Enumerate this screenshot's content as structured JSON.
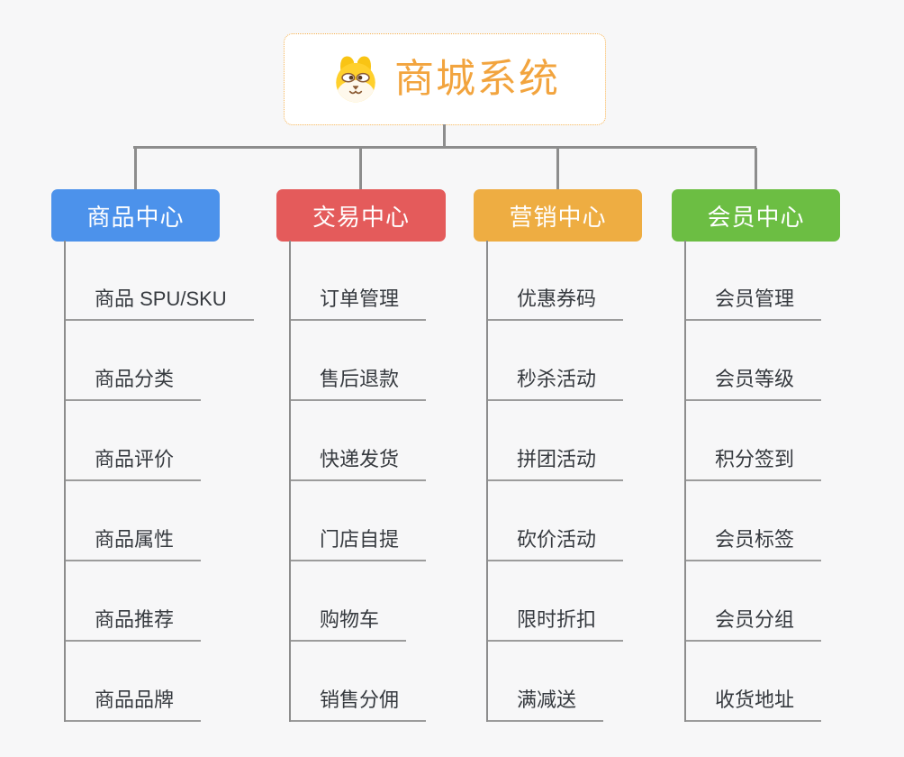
{
  "root": {
    "label": "商城系统",
    "icon": "dog-face-icon",
    "text_color": "#f2a43e",
    "border_color": "#f6b353"
  },
  "branches": [
    {
      "label": "商品中心",
      "color": "#4c92eb",
      "children": [
        "商品 SPU/SKU",
        "商品分类",
        "商品评价",
        "商品属性",
        "商品推荐",
        "商品品牌"
      ]
    },
    {
      "label": "交易中心",
      "color": "#e45b5b",
      "children": [
        "订单管理",
        "售后退款",
        "快递发货",
        "门店自提",
        "购物车",
        "销售分佣"
      ]
    },
    {
      "label": "营销中心",
      "color": "#eead42",
      "children": [
        "优惠券码",
        "秒杀活动",
        "拼团活动",
        "砍价活动",
        "限时折扣",
        "满减送"
      ]
    },
    {
      "label": "会员中心",
      "color": "#6cbe43",
      "children": [
        "会员管理",
        "会员等级",
        "积分签到",
        "会员标签",
        "会员分组",
        "收货地址"
      ]
    }
  ],
  "colors": {
    "background": "#f7f7f8",
    "connector": "#8d8d8d",
    "leaf_underline": "#9c9c9c",
    "leaf_text": "#363a3f"
  }
}
